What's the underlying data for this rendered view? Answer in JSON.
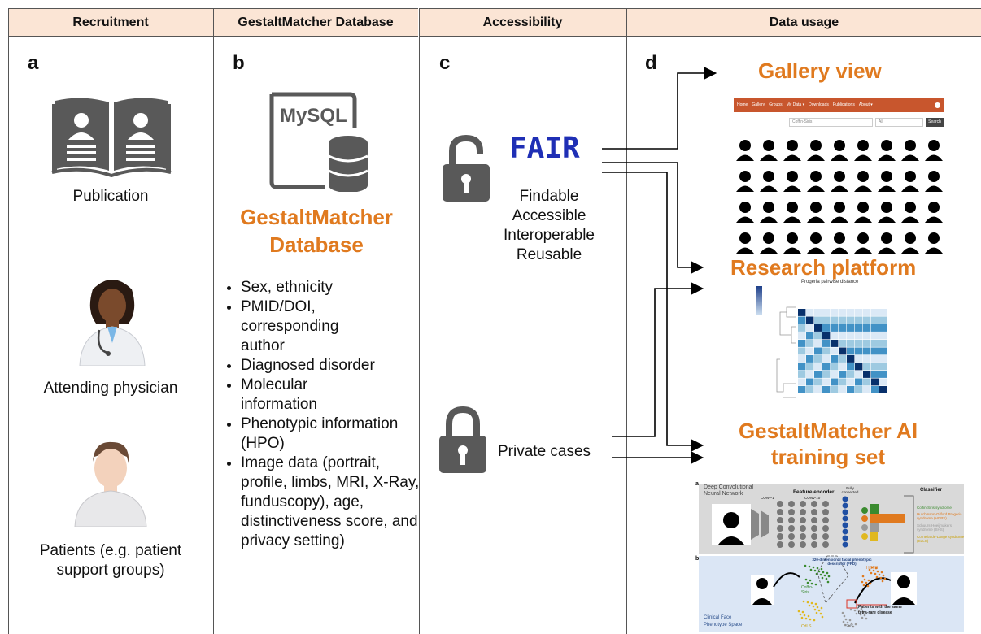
{
  "headers": {
    "recruitment": "Recruitment",
    "database": "GestaltMatcher Database",
    "accessibility": "Accessibility",
    "usage": "Data usage"
  },
  "panels": {
    "a": "a",
    "b": "b",
    "c": "c",
    "d": "d"
  },
  "recruitment": {
    "publication": "Publication",
    "physician": "Attending physician",
    "patients_line1": "Patients (e.g. patient",
    "patients_line2": "support groups)"
  },
  "database": {
    "mysql": "MySQL",
    "title_line1": "GestaltMatcher",
    "title_line2": "Database",
    "features": [
      "Sex, ethnicity",
      "PMID/DOI, corresponding author",
      "Diagnosed disorder",
      "Molecular information",
      "Phenotypic information (HPO)",
      "Image data (portrait, profile, limbs, MRI, X-Ray, funduscopy), age, distinctiveness score, and privacy setting)"
    ]
  },
  "accessibility": {
    "fair": "FAIR",
    "fair_terms": [
      "Findable",
      "Accessible",
      "Interoperable",
      "Reusable"
    ],
    "private": "Private cases"
  },
  "usage": {
    "gallery": "Gallery view",
    "research": "Research platform",
    "training_line1": "GestaltMatcher AI",
    "training_line2": "training set",
    "gallery_nav": [
      "Home",
      "Gallery",
      "Groups",
      "My Data ▾",
      "Downloads",
      "Publications",
      "About ▾"
    ],
    "gallery_search_placeholder": "Coffin-Siris",
    "gallery_filter": "All",
    "gallery_search_button": "Search",
    "heatmap_title": "Progeria pairwise distance",
    "nn": {
      "panel_a": "a",
      "panel_b": "b",
      "net_title": "Deep Convolutional Neural Network",
      "encoder": "Feature encoder",
      "fully_connected": "Fully connected",
      "conv1": "CONV-1",
      "conv10": "CONV-10",
      "classifier": "Classifier",
      "classes": [
        {
          "label": "Coffin-Siris syndrome",
          "color": "#3a8a2e"
        },
        {
          "label": "Hutchinson-Gilford Progeria syndrome (HGPS)",
          "color": "#e07a1f"
        },
        {
          "label": "Schuurs-Hoeijmakers syndrome (SHS)",
          "color": "#9a9a9a"
        },
        {
          "label": "Cornelia-de-Lange syndrome (CdLS)",
          "color": "#e0b81f"
        }
      ],
      "fpd": "320-dimensional facial phenotypic descriptor (FPD)",
      "space_line1": "Clinical Face",
      "space_line2": "Phenotype Space",
      "same_disease_line1": "Patients with the same",
      "same_disease_line2": "ultra-rare disease",
      "cluster_coffin": "Coffin-Siris",
      "cluster_hgps": "HGPS",
      "cluster_cdls": "CdLS",
      "cluster_shs": "SHS"
    }
  }
}
